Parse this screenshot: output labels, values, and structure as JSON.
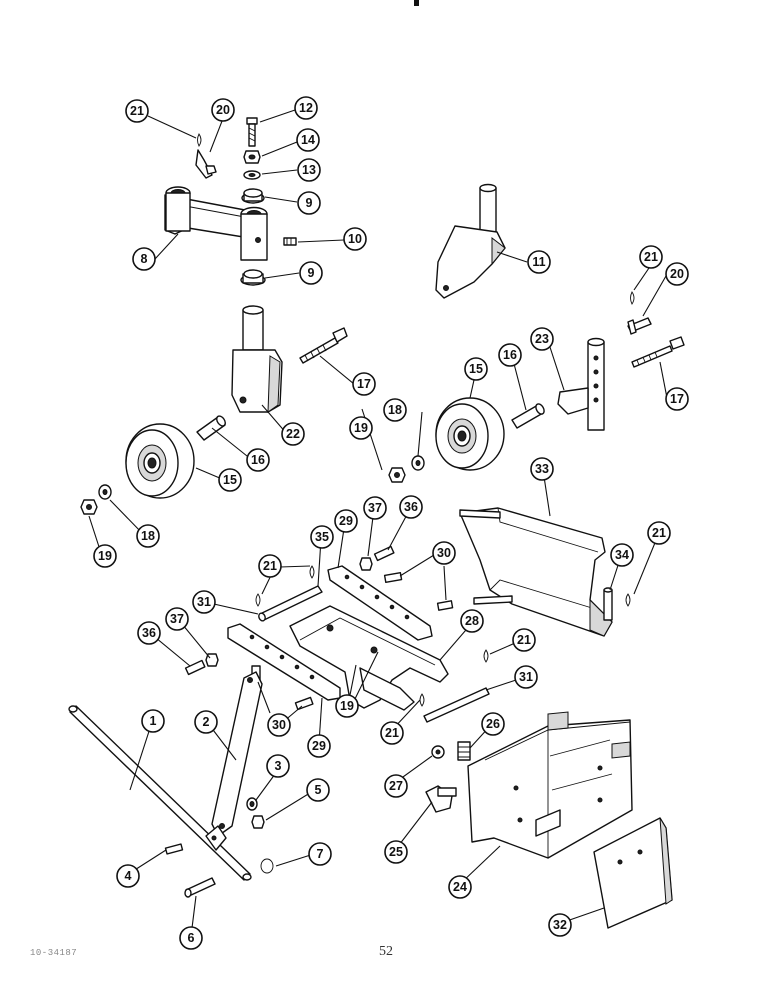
{
  "page": {
    "number": "52",
    "code": "10-34187"
  },
  "callouts": [
    "21",
    "20",
    "12",
    "14",
    "13",
    "9",
    "8",
    "10",
    "11",
    "9",
    "21",
    "20",
    "23",
    "17",
    "22",
    "17",
    "15",
    "16",
    "15",
    "16",
    "19",
    "18",
    "18",
    "19",
    "33",
    "37",
    "36",
    "29",
    "35",
    "21",
    "30",
    "31",
    "21",
    "34",
    "37",
    "36",
    "28",
    "21",
    "31",
    "30",
    "29",
    "19",
    "1",
    "2",
    "26",
    "21",
    "3",
    "27",
    "5",
    "7",
    "4",
    "25",
    "24",
    "6",
    "32"
  ]
}
